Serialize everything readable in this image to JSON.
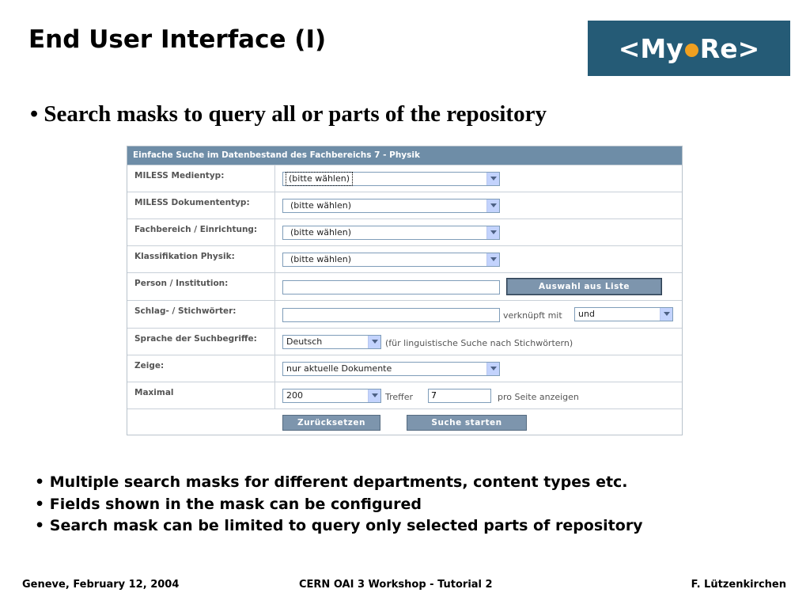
{
  "slide": {
    "title": "End User Interface (I)",
    "subtitle": "• Search masks to query all or parts of the repository",
    "logo": {
      "left": "<My",
      "right": "Re>"
    },
    "bullets": [
      "• Multiple search masks for different departments, content types etc.",
      "• Fields shown in the mask can be configured",
      "• Search mask can be limited to query only selected parts of repository"
    ],
    "footer": {
      "left": "Geneve, February 12, 2004",
      "center": "CERN OAI 3 Workshop - Tutorial 2",
      "right": "F. Lützenkirchen"
    }
  },
  "form": {
    "header": "Einfache Suche im Datenbestand des Fachbereichs 7 - Physik",
    "rows": {
      "medientyp": {
        "label": "MILESS Medientyp:",
        "value": "(bitte wählen)"
      },
      "dokumententyp": {
        "label": "MILESS Dokumententyp:",
        "value": "(bitte wählen)"
      },
      "fachbereich": {
        "label": "Fachbereich / Einrichtung:",
        "value": "(bitte wählen)"
      },
      "klassifikation": {
        "label": "Klassifikation Physik:",
        "value": "(bitte wählen)"
      },
      "person": {
        "label": "Person / Institution:",
        "value": "",
        "button": "Auswahl aus Liste"
      },
      "schlagwoerter": {
        "label": "Schlag- / Stichwörter:",
        "value": "",
        "link_text": "verknüpft mit",
        "link_value": "und"
      },
      "sprache": {
        "label": "Sprache der Suchbegriffe:",
        "value": "Deutsch",
        "note": "(für linguistische Suche nach Stichwörtern)"
      },
      "zeige": {
        "label": "Zeige:",
        "value": "nur aktuelle Dokumente"
      },
      "maximal": {
        "label": "Maximal",
        "value": "200",
        "treffer": "Treffer",
        "per_page": "7",
        "per_page_text": "pro Seite anzeigen"
      }
    },
    "buttons": {
      "reset": "Zurücksetzen",
      "search": "Suche starten"
    }
  }
}
